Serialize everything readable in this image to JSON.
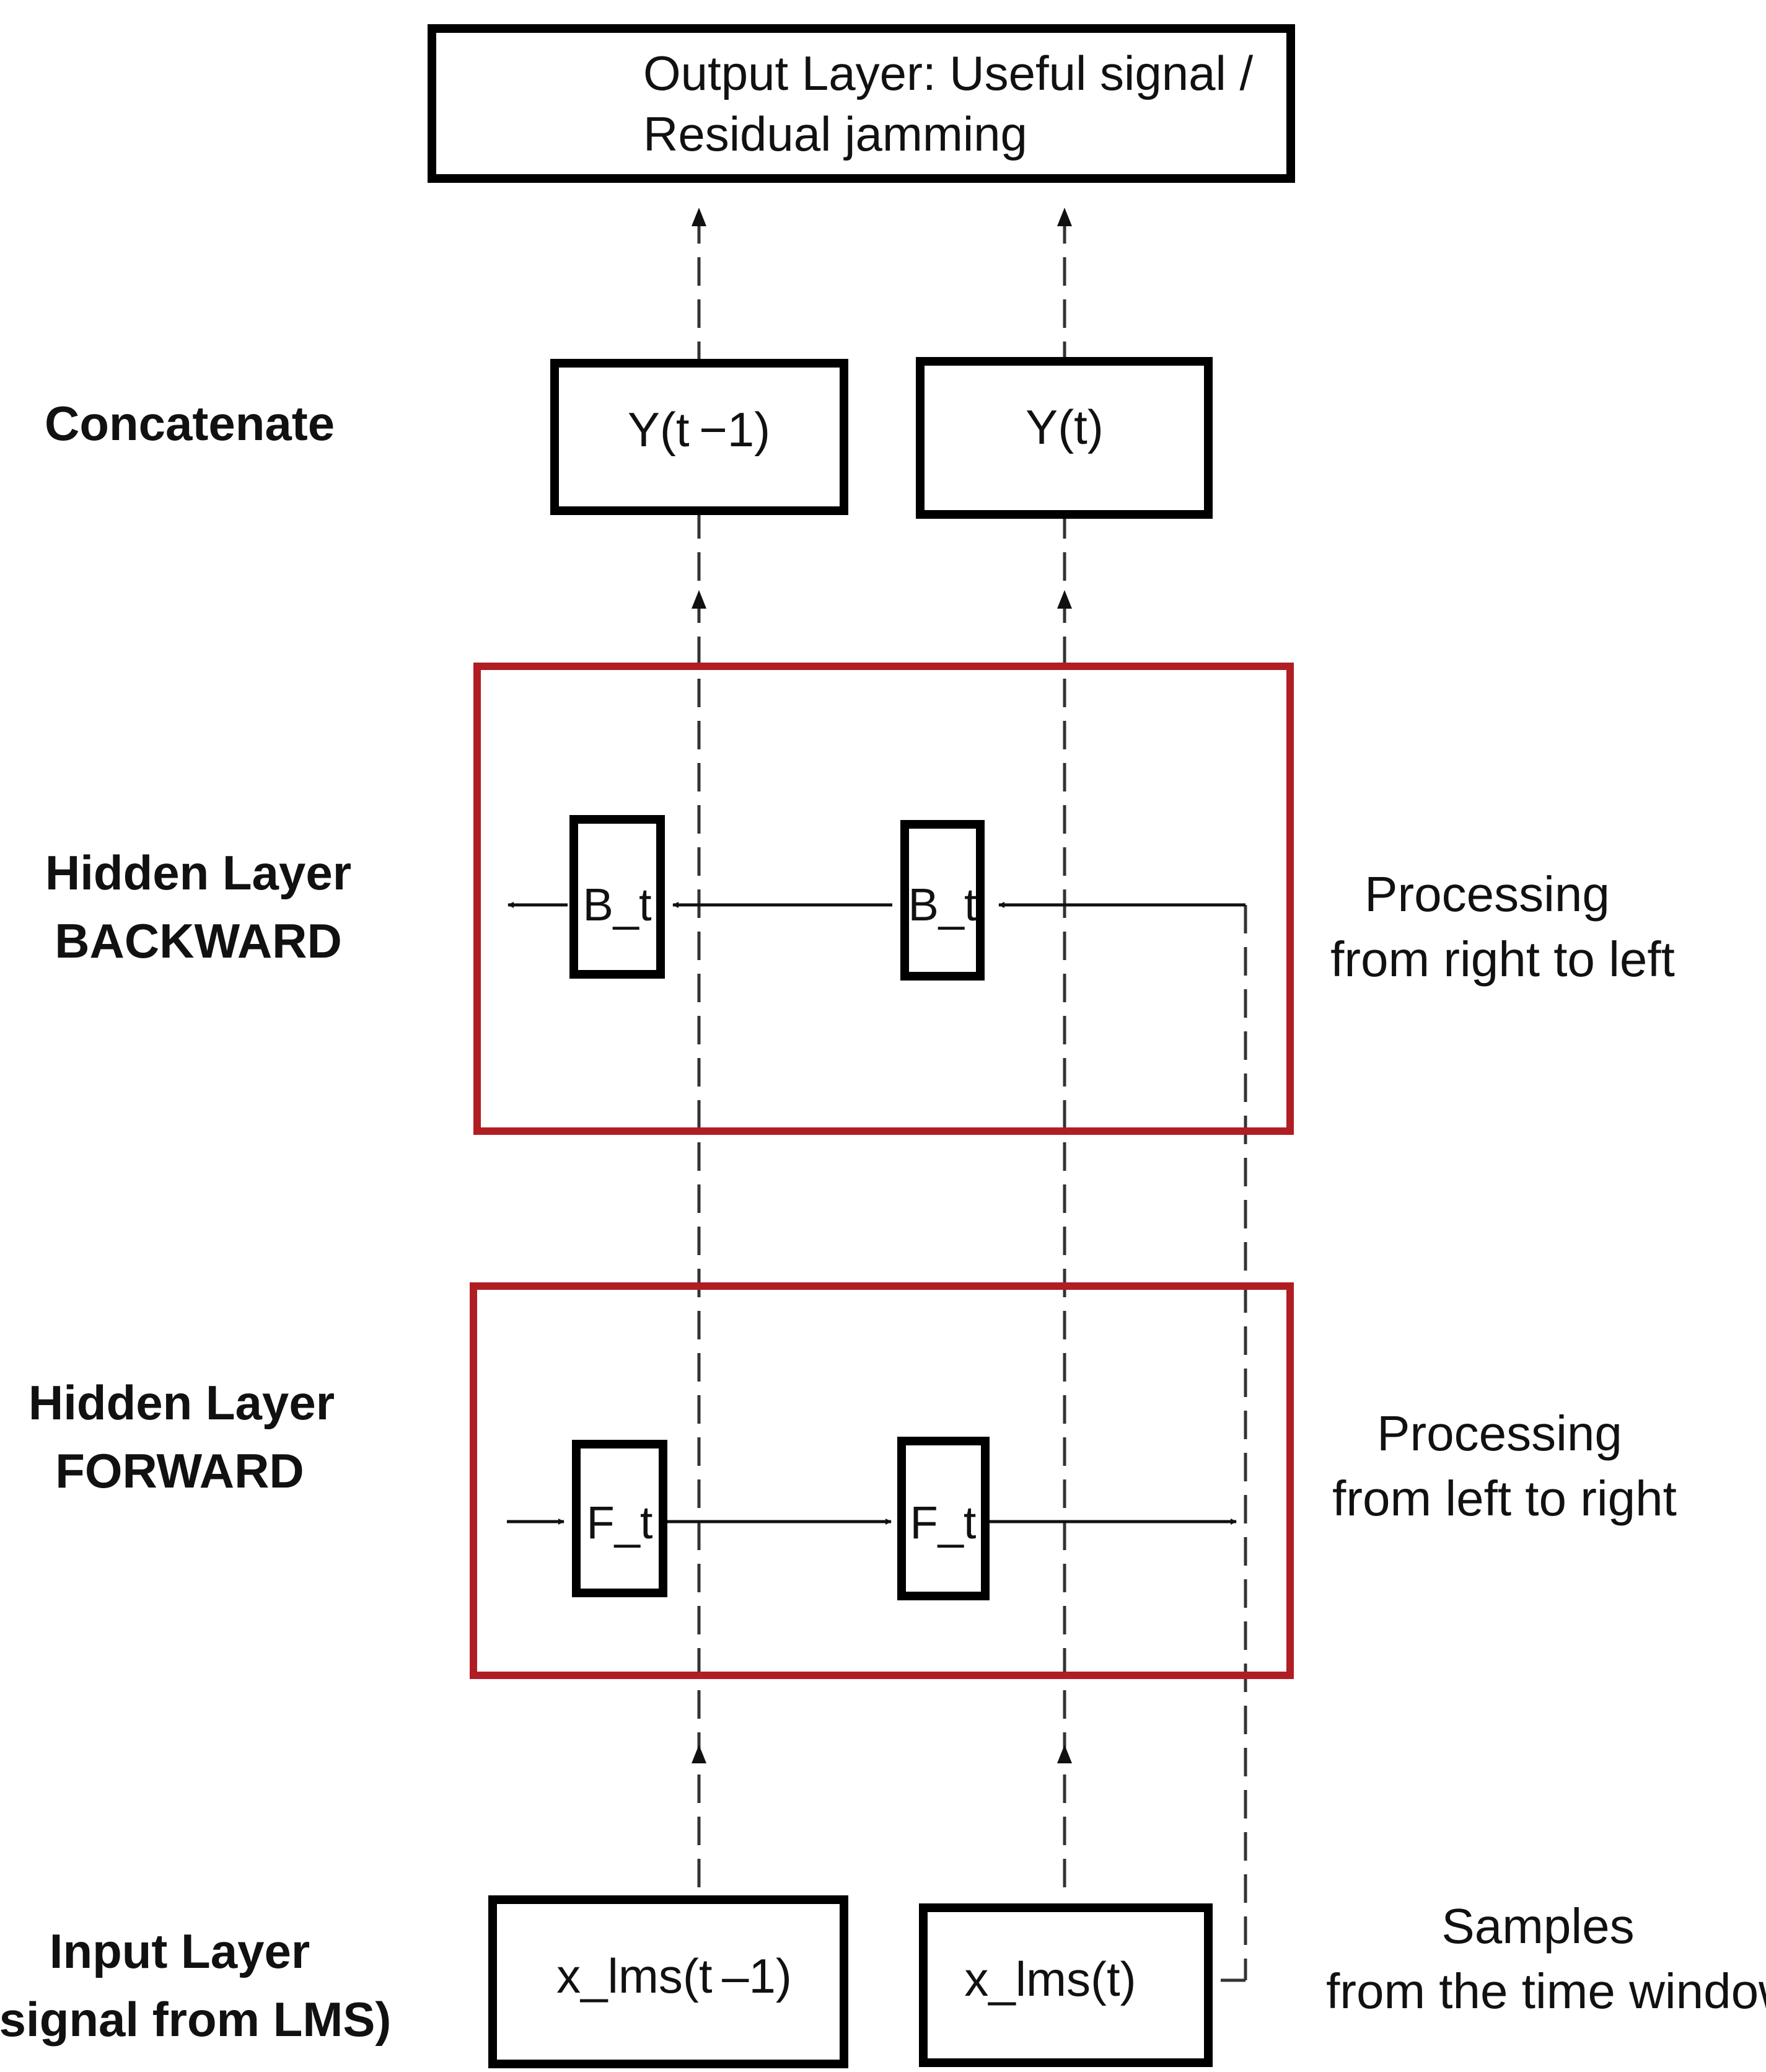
{
  "colors": {
    "hidden_layer_border": "#b01e23",
    "stroke": "#000000"
  },
  "output_layer": {
    "line1": "Output Layer: Useful signal /",
    "line2": "Residual jamming"
  },
  "concatenate": {
    "label": "Concatenate",
    "y_prev": "Y(t −1)",
    "y_curr": "Y(t)"
  },
  "backward": {
    "label_line1": "Hidden Layer",
    "label_line2": "BACKWARD",
    "cell_left": "B_t",
    "cell_right": "B_t",
    "note_line1": "Processing",
    "note_line2": "from right to left"
  },
  "forward": {
    "label_line1": "Hidden Layer",
    "label_line2": "FORWARD",
    "cell_left": "F_t",
    "cell_right": "F_t",
    "note_line1": "Processing",
    "note_line2": "from left to right"
  },
  "input_layer": {
    "label_line1": "Input Layer",
    "label_line2": "(signal from LMS)",
    "x_prev": "x_lms(t –1)",
    "x_curr": "x_lms(t)",
    "note_line1": "Samples",
    "note_line2": "from the time window"
  }
}
